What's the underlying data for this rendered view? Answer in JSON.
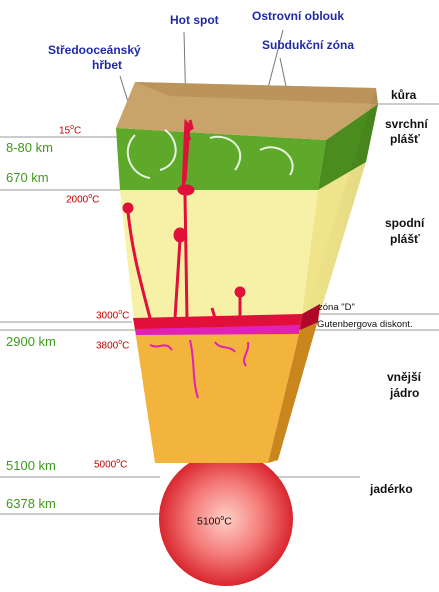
{
  "labels": {
    "hot_spot": "Hot spot",
    "island_arc": "Ostrovní oblouk",
    "mid_ocean_ridge_line1": "Středooceánský",
    "mid_ocean_ridge_line2": "hřbet",
    "subduction_zone": "Subdukční zóna"
  },
  "layers": {
    "crust": "kůra",
    "upper_mantle_line1": "svrchní",
    "upper_mantle_line2": "plášť",
    "lower_mantle_line1": "spodní",
    "lower_mantle_line2": "plášť",
    "d_zone": "zóna \"D\"",
    "gutenberg": "Gutenbergova diskont.",
    "outer_core_line1": "vnější",
    "outer_core_line2": "jádro",
    "inner_core": "jadérko"
  },
  "depths": {
    "d1": "8-80 km",
    "d2": "670 km",
    "d3": "2900 km",
    "d4": "5100 km",
    "d5": "6378 km"
  },
  "temperatures": {
    "t1_num": "15",
    "t1_unit": "C",
    "t2_num": "2000",
    "t2_unit": "C",
    "t3_num": "3000",
    "t3_unit": "C",
    "t4_num": "3800",
    "t4_unit": "C",
    "t5_num": "5000",
    "t5_unit": "C",
    "t6_num": "5100",
    "t6_unit": "C",
    "degree": "o"
  },
  "colors": {
    "label_blue": "#1f2aa8",
    "depth_green": "#3f9a1c",
    "temp_red": "#c40000",
    "crust_brown": "#c8a36a",
    "upper_mantle_green": "#5ea82a",
    "lower_mantle_yellow": "#f7f1a8",
    "outer_core_orange": "#f2b43c",
    "inner_core_red": "#e8454a",
    "plume_red": "#e0103a",
    "magenta": "#e021b8"
  }
}
